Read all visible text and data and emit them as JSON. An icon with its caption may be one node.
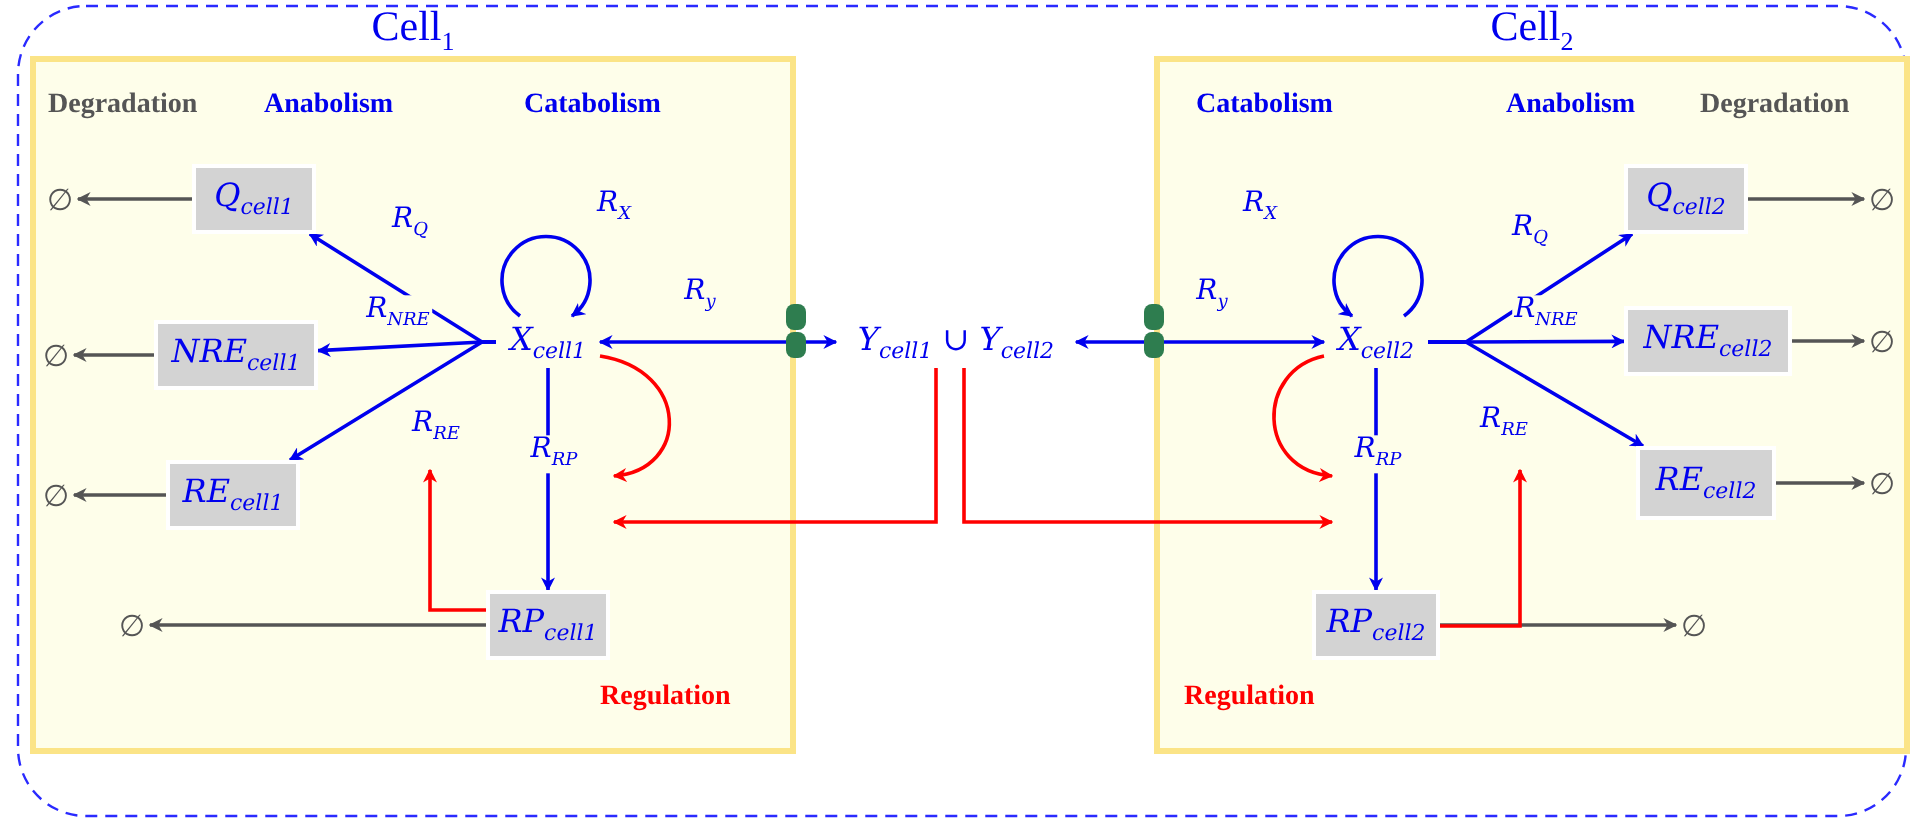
{
  "diagram": {
    "nodes": [
      {
        "text": [
          "Cell$_{1}$",
          "Degradation",
          "Anabolism",
          "Catabolism",
          "Regulation"
        ]
      },
      {
        "text": [
          "Q$_{cell1}$"
        ],
        "in": 0
      },
      {
        "text": [
          "NRE$_{cell1}$"
        ],
        "in": 0
      },
      {
        "text": [
          "RE$_{cell1}$"
        ],
        "in": 0
      },
      {
        "text": [
          "X$_{cell1}$"
        ],
        "in": 0
      },
      {
        "text": [
          "RP$_{cell1}$"
        ],
        "in": 0
      },
      {
        "text": [
          "∅"
        ],
        "in": 0
      },
      {
        "text": [
          "∅"
        ],
        "in": 0
      },
      {
        "text": [
          "∅"
        ],
        "in": 0
      },
      {
        "text": [
          "∅"
        ],
        "in": 0
      },
      {
        "text": [
          "Y$_{cell1}$ ∪ Y$_{cell2}$"
        ]
      },
      {
        "text": [
          "Cell$_{2}$",
          "Catabolism",
          "Anabolism",
          "Degradation",
          "Regulation"
        ]
      },
      {
        "text": [
          "X$_{cell2}$"
        ],
        "in": 11
      },
      {
        "text": [
          "Q$_{cell2}$"
        ],
        "in": 11
      },
      {
        "text": [
          "NRE$_{cell2}$"
        ],
        "in": 11
      },
      {
        "text": [
          "RE$_{cell2}$"
        ],
        "in": 11
      },
      {
        "text": [
          "RP$_{cell2}$"
        ],
        "in": 11
      },
      {
        "text": [
          "∅"
        ],
        "in": 11
      },
      {
        "text": [
          "∅"
        ],
        "in": 11
      },
      {
        "text": [
          "∅"
        ],
        "in": 11
      },
      {
        "text": [
          "∅"
        ],
        "in": 11
      }
    ],
    "edges": [
      {
        "from": 4,
        "to": 1,
        "arrow": "to",
        "label": "R$_{Q}$"
      },
      {
        "from": 4,
        "to": 2,
        "arrow": "to",
        "label": "R$_{NRE}$"
      },
      {
        "from": 4,
        "to": 3,
        "arrow": "to",
        "label": "R$_{RE}$"
      },
      {
        "from": 4,
        "to": 4,
        "arrow": "to",
        "label": "R$_{X}$"
      },
      {
        "from": 4,
        "to": 10,
        "arrow": "both",
        "label": "R$_{y}$"
      },
      {
        "from": 4,
        "to": 5,
        "arrow": "to",
        "label": "R$_{RP}$"
      },
      {
        "from": 1,
        "to": 6,
        "arrow": "to",
        "color": "#555555"
      },
      {
        "from": 2,
        "to": 7,
        "arrow": "to",
        "color": "#555555"
      },
      {
        "from": 3,
        "to": 8,
        "arrow": "to",
        "color": "#555555"
      },
      {
        "from": 5,
        "to": 9,
        "arrow": "to",
        "color": "#555555"
      },
      {
        "from": 4,
        "to": null,
        "arrow": "to",
        "color": "#ff0000"
      },
      {
        "from": 10,
        "to": null,
        "arrow": "to",
        "color": "#ff0000"
      },
      {
        "from": 5,
        "to": null,
        "arrow": "to",
        "color": "#ff0000"
      },
      {
        "from": 10,
        "to": 12,
        "arrow": "both",
        "label": "R$_{y}$"
      },
      {
        "from": 12,
        "to": 12,
        "arrow": "to",
        "label": "R$_{X}$"
      },
      {
        "from": 12,
        "to": 13,
        "arrow": "to",
        "label": "R$_{Q}$"
      },
      {
        "from": 12,
        "to": 14,
        "arrow": "to",
        "label": "R$_{NRE}$"
      },
      {
        "from": 12,
        "to": 15,
        "arrow": "to",
        "label": "R$_{RE}$"
      },
      {
        "from": 12,
        "to": 16,
        "arrow": "to",
        "label": "R$_{RP}$"
      },
      {
        "from": 13,
        "to": 17,
        "arrow": "to",
        "color": "#555555"
      },
      {
        "from": 14,
        "to": 18,
        "arrow": "to",
        "color": "#555555"
      },
      {
        "from": 15,
        "to": 19,
        "arrow": "to",
        "color": "#555555"
      },
      {
        "from": 16,
        "to": 20,
        "arrow": "to",
        "color": "#555555"
      },
      {
        "from": 12,
        "to": null,
        "arrow": "to",
        "color": "#ff0000"
      },
      {
        "from": 10,
        "to": null,
        "arrow": "to",
        "color": "#ff0000"
      },
      {
        "from": 16,
        "to": null,
        "arrow": "to",
        "color": "#ff0000"
      }
    ]
  }
}
